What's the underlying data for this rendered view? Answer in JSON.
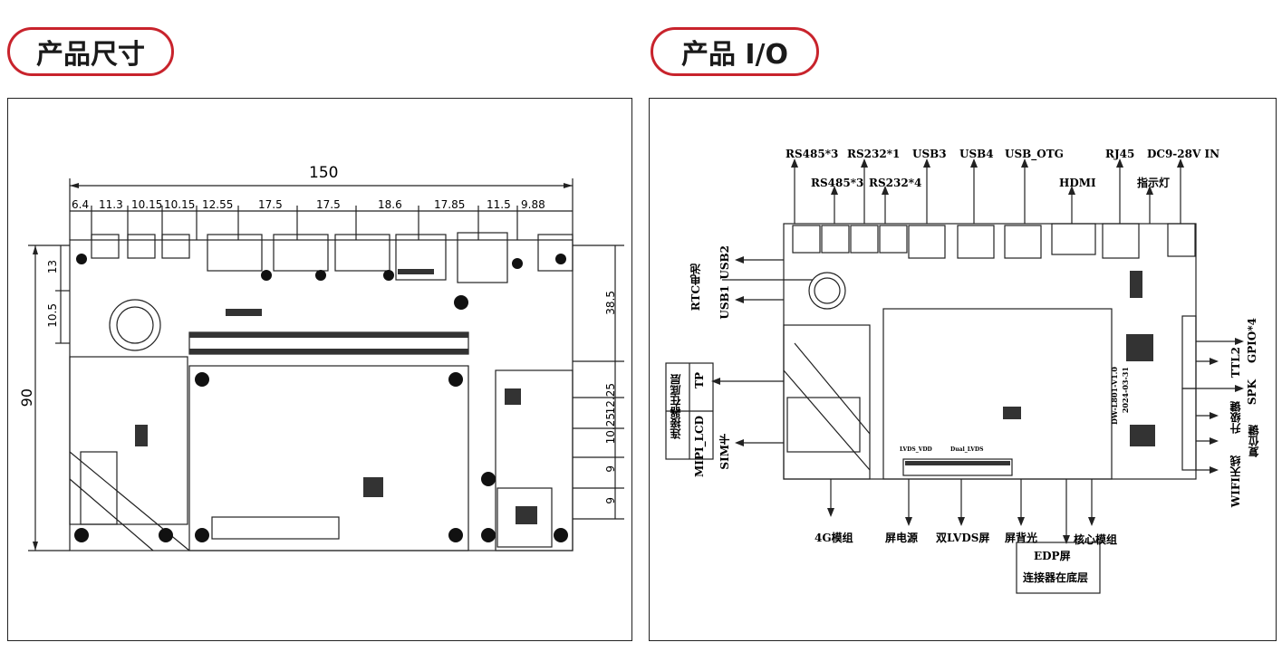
{
  "left_panel": {
    "title": "产品尺寸",
    "overall_width": "150",
    "overall_height": "90",
    "top_dims": [
      "6.4",
      "11.3",
      "10.15",
      "10.15",
      "12.55",
      "17.5",
      "17.5",
      "18.6",
      "17.85",
      "11.5",
      "9.88"
    ],
    "left_dims": [
      "13",
      "10.5"
    ],
    "right_dims": [
      "38.5",
      "12.25",
      "10.25",
      "9",
      "9"
    ]
  },
  "right_panel": {
    "title": "产品 I/O",
    "top_row1": [
      "RS485*3",
      "RS232*1",
      "USB3",
      "USB4",
      "USB_OTG",
      "RJ45",
      "DC9-28V IN"
    ],
    "top_row2": [
      "RS485*3",
      "RS232*4",
      "HDMI",
      "指示灯"
    ],
    "left_labels": [
      "USB2",
      "RTC电池",
      "USB1",
      "TP",
      "MIPI_LCD",
      "SIM卡"
    ],
    "left_box_note": "连接器在底层",
    "right_labels": [
      "GPIO*4",
      "TTL2",
      "SPK",
      "升级键",
      "复位键",
      "WIFI天线"
    ],
    "bottom_labels": [
      "4G模组",
      "屏电源",
      "双LVDS屏",
      "屏背光",
      "核心模组"
    ],
    "edp_box": [
      "EDP屏",
      "连接器在底层"
    ],
    "board_marks": [
      "DW-L801-V1.0",
      "2024-03-31",
      "LVDS_VDD",
      "Dual_LVDS"
    ]
  },
  "colors": {
    "accent": "#c8232c",
    "line": "#222222"
  }
}
